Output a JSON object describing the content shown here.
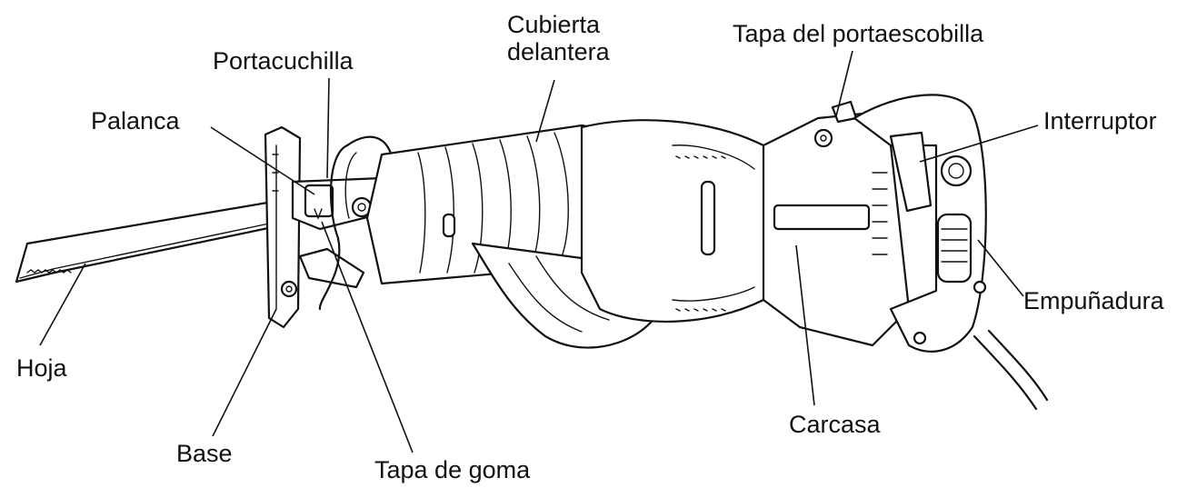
{
  "labels": {
    "portacuchilla": "Portacuchilla",
    "cubierta_line1": "Cubierta",
    "cubierta_line2": "delantera",
    "tapa_portaescobilla": "Tapa del portaescobilla",
    "palanca": "Palanca",
    "interruptor": "Interruptor",
    "empunadura": "Empuñadura",
    "hoja": "Hoja",
    "base": "Base",
    "tapa_goma": "Tapa de goma",
    "carcasa": "Carcasa"
  }
}
